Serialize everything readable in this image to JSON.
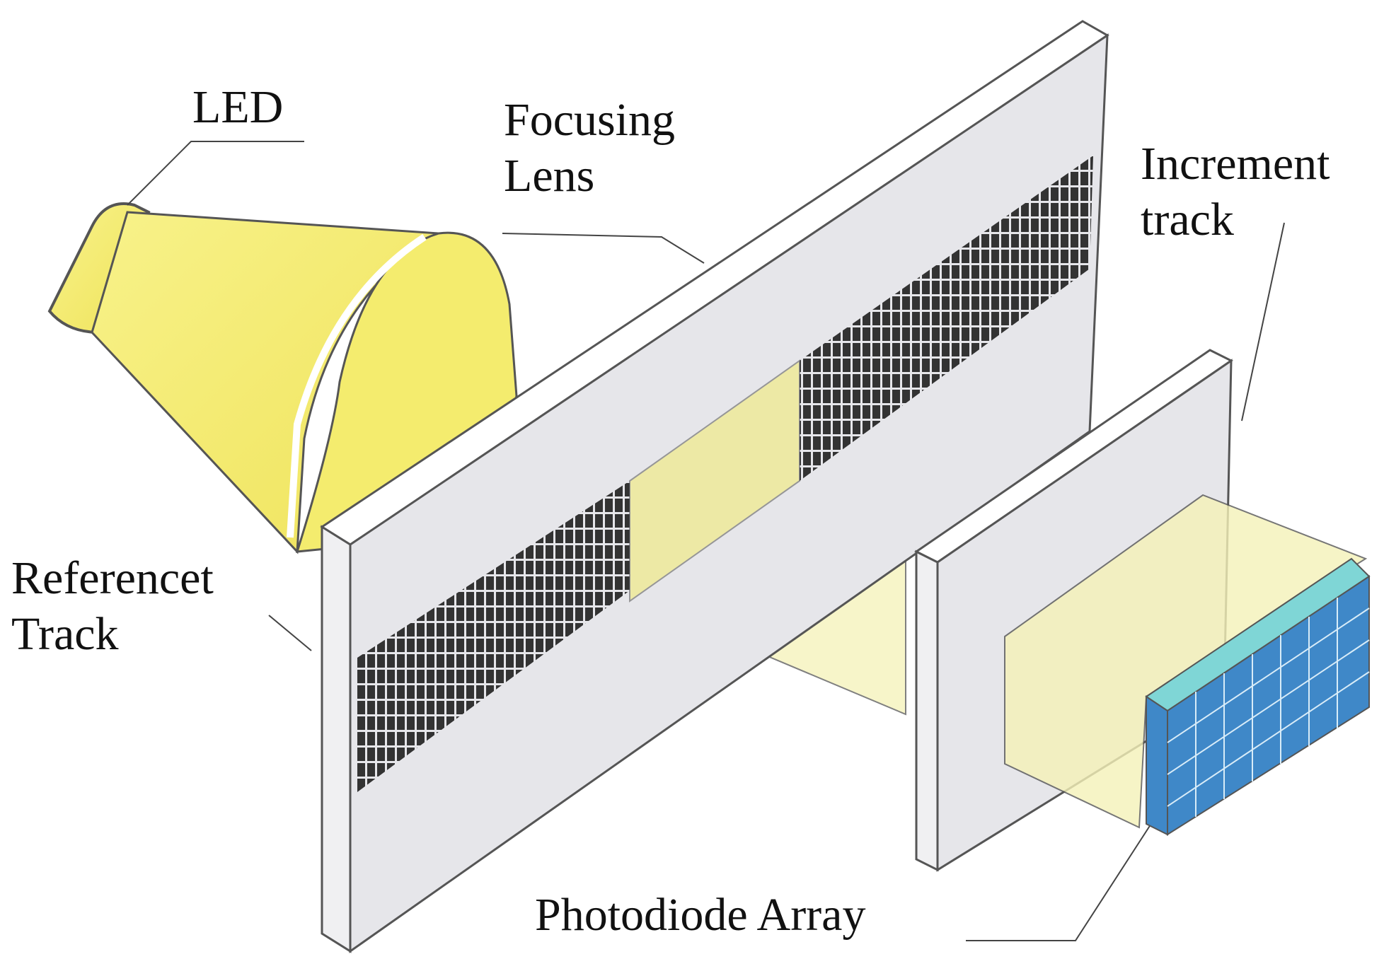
{
  "labels": {
    "led": "LED",
    "focusing_lens": [
      "Focusing",
      "Lens"
    ],
    "increment_track": [
      "Increment",
      "track"
    ],
    "reference_track": [
      "Referencet",
      "Track"
    ],
    "photodiode_array": "Photodiode Array"
  },
  "colors": {
    "led_yellow": "#f4ec6e",
    "light_beam": "#f5f2b8",
    "disk_fill": "#e6e6ea",
    "disk_edge": "#ffffff",
    "outline": "#555555",
    "track_marks": "#333333",
    "photodiode_blue": "#3f88c8",
    "photodiode_top": "#7fd6d6",
    "leader_line": "#444444"
  }
}
